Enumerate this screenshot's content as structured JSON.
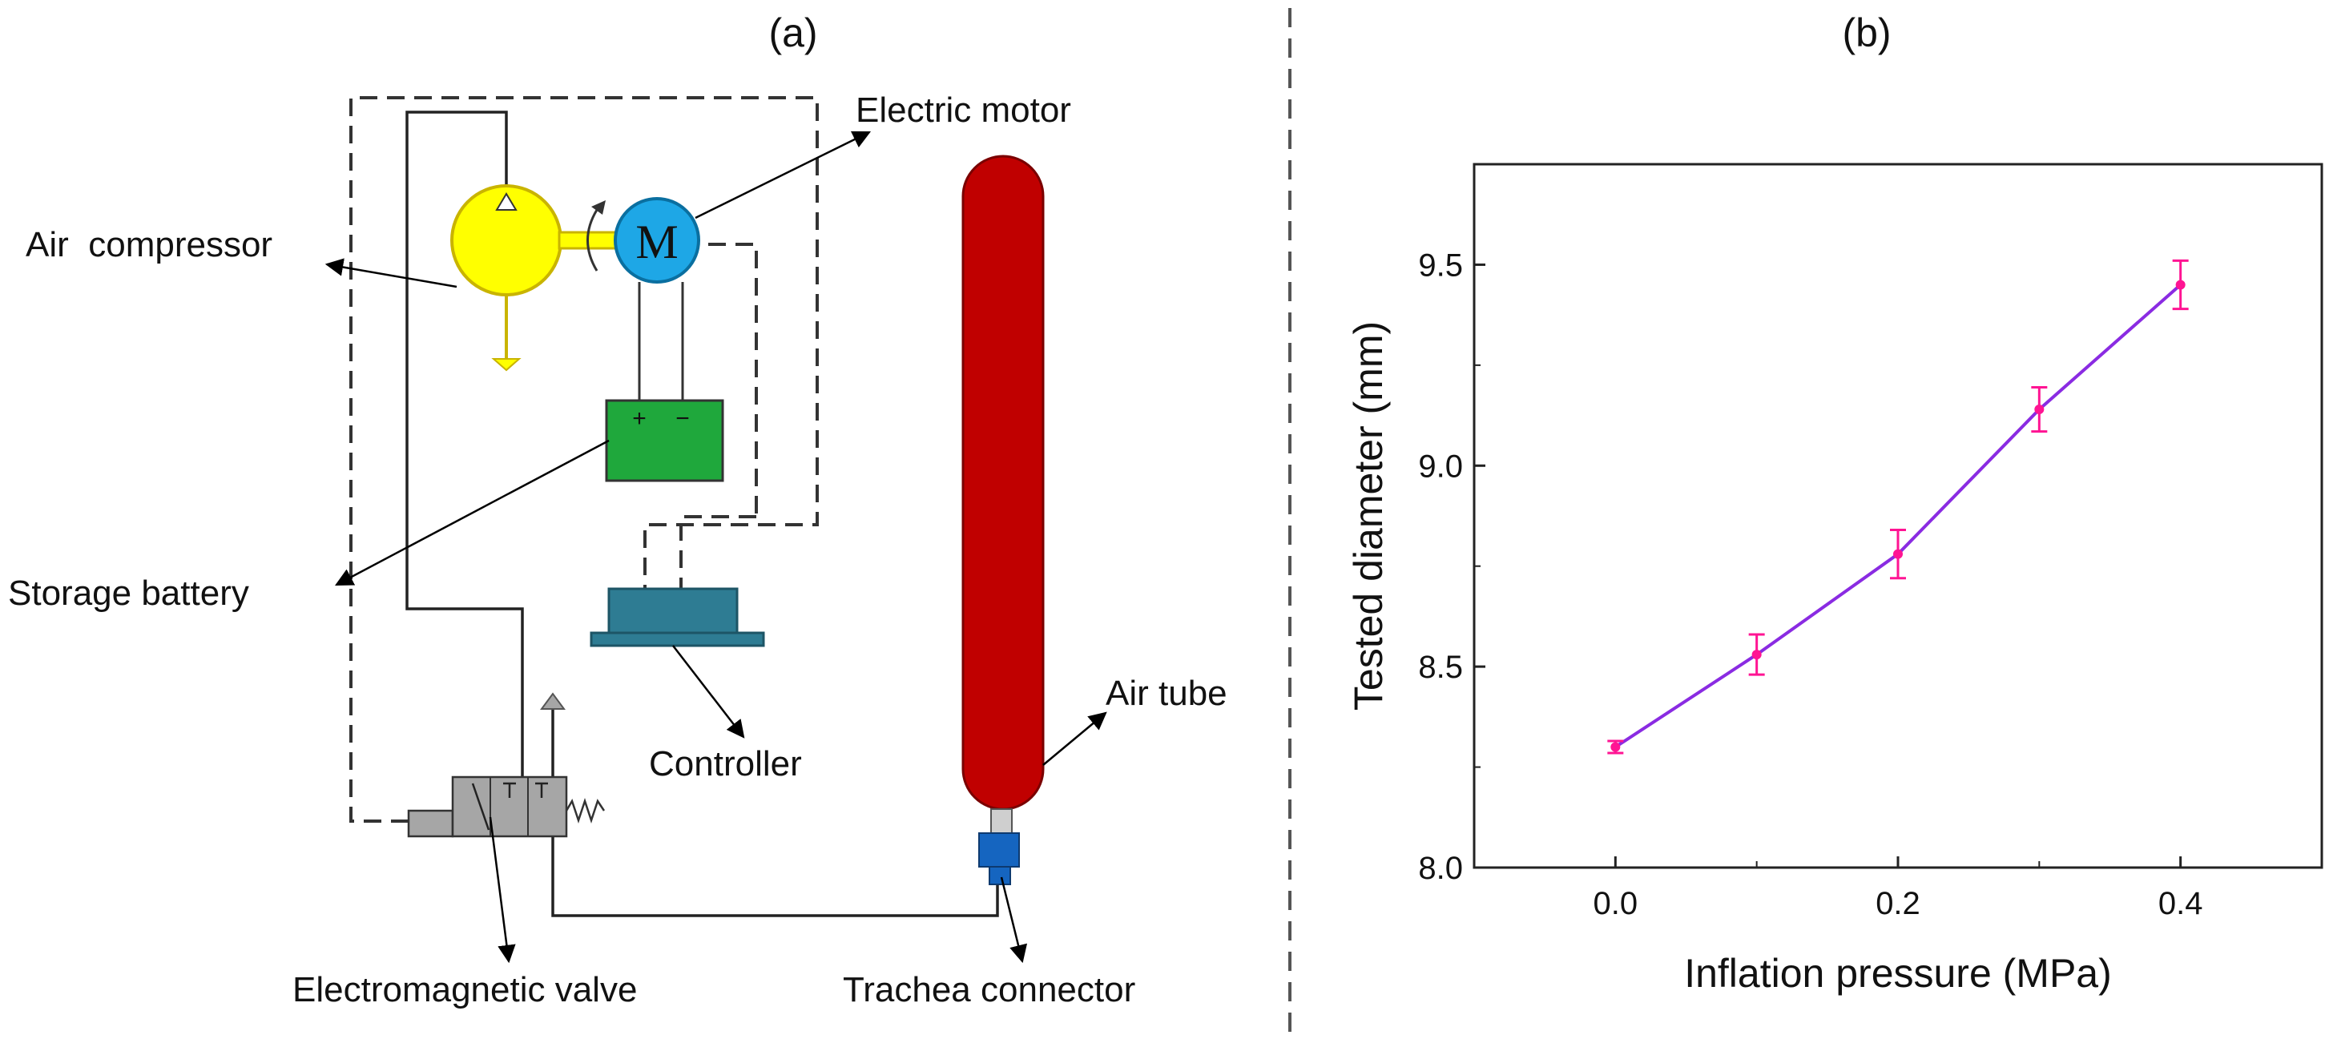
{
  "panel_a": {
    "label": "(a)",
    "components": {
      "air_compressor": "Air  compressor",
      "electric_motor": "Electric motor",
      "motor_symbol": "M",
      "storage_battery": "Storage battery",
      "battery_plus": "+",
      "battery_minus": "−",
      "controller": "Controller",
      "air_tube": "Air tube",
      "electromagnetic_valve": "Electromagnetic valve",
      "trachea_connector": "Trachea connector"
    },
    "colors": {
      "compressor": "#ffff00",
      "motor": "#1ea7e6",
      "battery": "#1fa83c",
      "controller": "#2e7c93",
      "air_tube": "#c00000",
      "connector": "#1565c0",
      "valve": "#a6a6a6"
    }
  },
  "panel_b": {
    "label": "(b)"
  },
  "chart_data": {
    "type": "line",
    "xlabel": "Inflation pressure (MPa)",
    "ylabel": "Tested diameter (mm)",
    "xlim": [
      -0.1,
      0.5
    ],
    "ylim": [
      8.0,
      9.75
    ],
    "xticks": [
      "0.0",
      "0.2",
      "0.4"
    ],
    "xtick_values": [
      0.0,
      0.2,
      0.4
    ],
    "yticks": [
      "8.0",
      "8.5",
      "9.0",
      "9.5"
    ],
    "ytick_values": [
      8.0,
      8.5,
      9.0,
      9.5
    ],
    "series": [
      {
        "x": [
          0.0,
          0.1,
          0.2,
          0.3,
          0.4
        ],
        "y": [
          8.3,
          8.53,
          8.78,
          9.14,
          9.45
        ],
        "err": [
          0.015,
          0.05,
          0.06,
          0.055,
          0.06
        ],
        "line_color": "#8a2be2",
        "marker_color": "#ff1493"
      }
    ],
    "grid": false
  }
}
